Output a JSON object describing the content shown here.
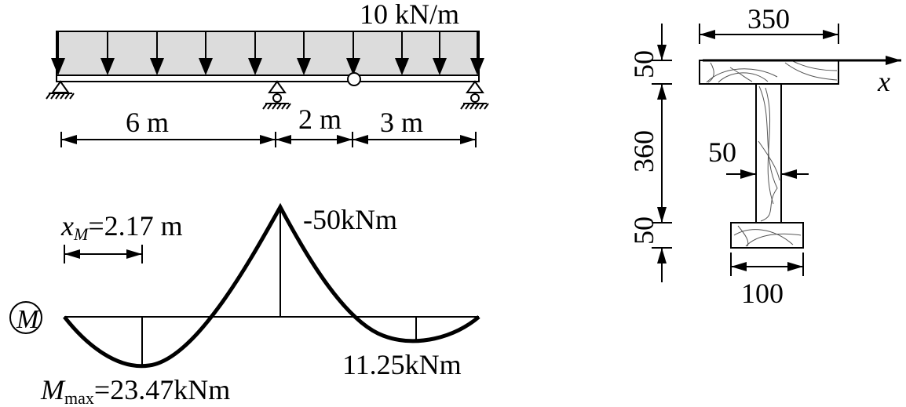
{
  "beam": {
    "load_label": "10 kN/m",
    "span1_label": "6 m",
    "span2_label": "2 m",
    "span3_label": "3 m"
  },
  "moment": {
    "symbol": "M",
    "xm_prefix": "x",
    "xm_sub": "M",
    "xm_value": "=2.17 m",
    "peak_label": "-50kNm",
    "sag2_label": "11.25kNm",
    "mmax_prefix": "M",
    "mmax_sub": "max",
    "mmax_value": "=23.47kNm"
  },
  "section": {
    "flange_width_label": "350",
    "top_flange_label": "50",
    "web_height_label": "360",
    "bottom_flange_label": "50",
    "web_thickness_label": "50",
    "bottom_width_label": "100",
    "axis_label": "x"
  },
  "colors": {
    "load_fill": "#dcdcdc",
    "line": "#000000"
  }
}
